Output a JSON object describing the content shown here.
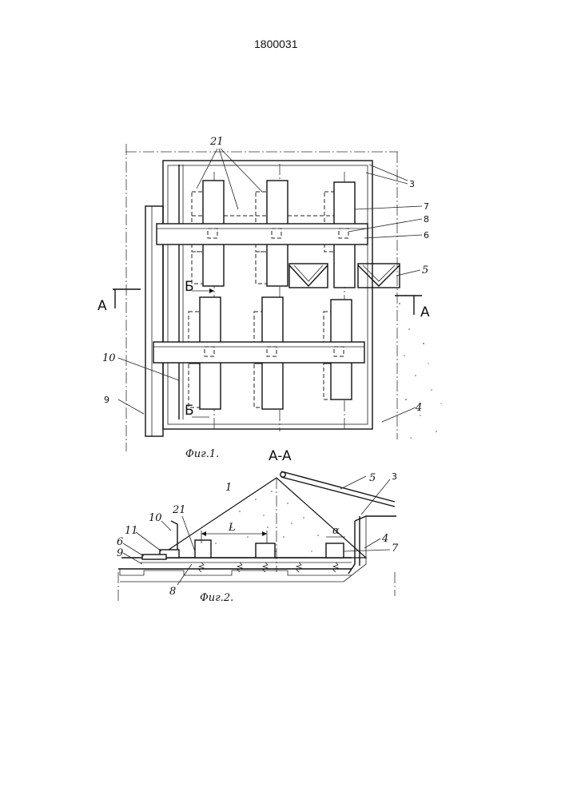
{
  "patent_number": "1800031",
  "figures": {
    "fig1": {
      "caption": "Фиг.1.",
      "section_mark_left": "A",
      "section_mark_right": "A",
      "section_mark_b_top": "Б",
      "section_mark_b_bottom": "Б",
      "labels": {
        "l21": "21",
        "l3": "3",
        "l7": "7",
        "l8": "8",
        "l6": "6",
        "l5": "5",
        "l10": "10",
        "l9": "9",
        "l4": "4"
      }
    },
    "fig2": {
      "caption": "Фиг.2.",
      "section_title": "A-A",
      "labels": {
        "l1": "1",
        "l5": "5",
        "l3": "3",
        "l21": "21",
        "l10": "10",
        "l11": "11",
        "l6": "6",
        "l9": "9",
        "l8": "8",
        "l4": "4",
        "l7": "7",
        "dimL": "L",
        "alpha": "α"
      }
    }
  }
}
